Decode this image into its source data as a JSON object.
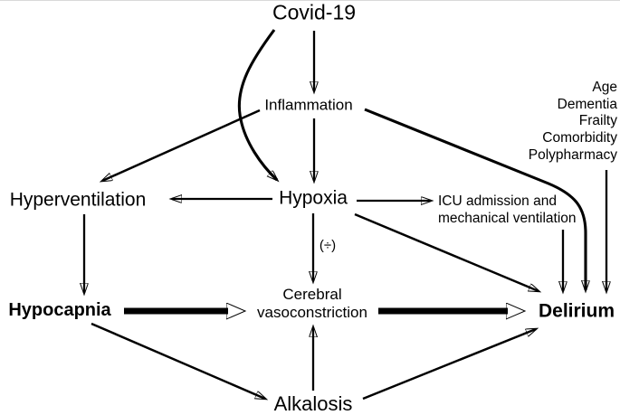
{
  "diagram": {
    "description": "Causal pathway diagram linking Covid-19 to delirium",
    "background_color": "#ffffff",
    "ink_color": "#000000",
    "nodes": {
      "covid": {
        "label": "Covid-19"
      },
      "inflammation": {
        "label": "Inflammation"
      },
      "hyperventilation": {
        "label": "Hyperventilation"
      },
      "hypoxia": {
        "label": "Hypoxia"
      },
      "icu": {
        "line1": "ICU admission and",
        "line2": "mechanical ventilation"
      },
      "risk_factors": {
        "items": [
          "Age",
          "Dementia",
          "Frailty",
          "Comorbidity",
          "Polypharmacy"
        ]
      },
      "hypocapnia": {
        "label": "Hypocapnia"
      },
      "cerebral": {
        "line1": "Cerebral",
        "line2": "vasoconstriction"
      },
      "delirium": {
        "label": "Delirium"
      },
      "alkalosis": {
        "label": "Alkalosis"
      },
      "divide_sign": {
        "label": "(÷)"
      }
    },
    "edges": [
      {
        "from": "Covid-19",
        "to": "Inflammation",
        "style": "thin-straight"
      },
      {
        "from": "Covid-19",
        "to": "Hypoxia",
        "style": "curved"
      },
      {
        "from": "Inflammation",
        "to": "Hyperventilation",
        "style": "thin-straight"
      },
      {
        "from": "Inflammation",
        "to": "Hypoxia",
        "style": "thin-straight"
      },
      {
        "from": "Inflammation",
        "to": "Delirium",
        "style": "curved"
      },
      {
        "from": "Hypoxia",
        "to": "Hyperventilation",
        "style": "thin-straight"
      },
      {
        "from": "Hypoxia",
        "to": "ICU admission and mechanical ventilation",
        "style": "thin-straight"
      },
      {
        "from": "Hypoxia",
        "to": "Cerebral vasoconstriction",
        "style": "thin-straight",
        "label": "(÷)"
      },
      {
        "from": "Hypoxia",
        "to": "Delirium",
        "style": "thin-straight"
      },
      {
        "from": "Hyperventilation",
        "to": "Hypocapnia",
        "style": "thin-straight"
      },
      {
        "from": "Hypocapnia",
        "to": "Cerebral vasoconstriction",
        "style": "thick"
      },
      {
        "from": "Cerebral vasoconstriction",
        "to": "Delirium",
        "style": "thick"
      },
      {
        "from": "Hypocapnia",
        "to": "Alkalosis",
        "style": "thin-straight"
      },
      {
        "from": "Alkalosis",
        "to": "Cerebral vasoconstriction",
        "style": "thin-straight"
      },
      {
        "from": "Alkalosis",
        "to": "Delirium",
        "style": "thin-straight"
      },
      {
        "from": "ICU admission and mechanical ventilation",
        "to": "Delirium",
        "style": "thin-straight"
      },
      {
        "from": "Age/Dementia/Frailty/Comorbidity/Polypharmacy",
        "to": "Delirium",
        "style": "thin-straight"
      }
    ]
  }
}
